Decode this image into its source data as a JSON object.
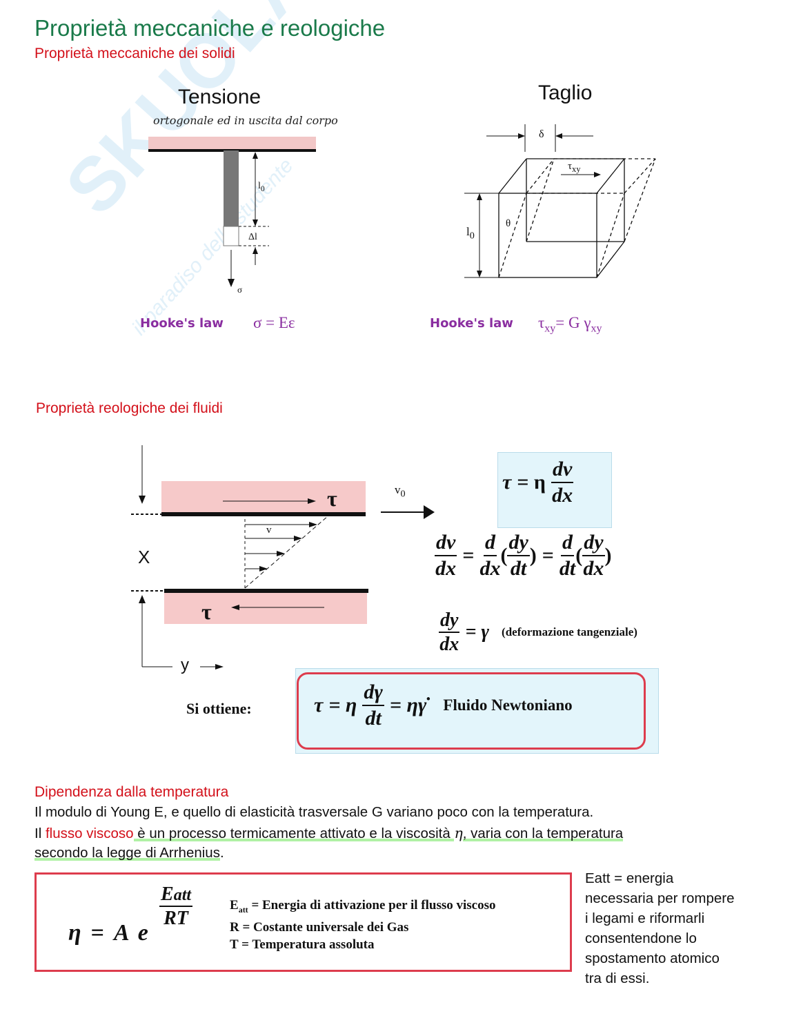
{
  "title": "Proprietà meccaniche e reologiche",
  "section1": "Proprietà meccaniche dei solidi",
  "tension": {
    "label": "Tensione",
    "note": "ortogonale ed in uscita dal corpo",
    "l0": "l",
    "l0_sub": "0",
    "dl": "Δl",
    "sigma": "σ"
  },
  "shear": {
    "label": "Taglio",
    "delta": "δ",
    "tau": "τ",
    "tau_sub": "xy",
    "theta": "θ",
    "l0": "l",
    "l0_sub": "0"
  },
  "hooke_left": {
    "label": "Hooke's law",
    "formula": "σ = Eε"
  },
  "hooke_right": {
    "label": "Hooke's law",
    "t": "τ",
    "sub1": "xy",
    "mid": "= G γ",
    "sub2": "xy"
  },
  "section2": "Proprietà reologiche dei fluidi",
  "flow": {
    "tau": "τ",
    "v0": "v",
    "v0_sub": "0",
    "v": "v",
    "x": "X",
    "y": "y"
  },
  "eq1": {
    "lhs": "τ",
    "eq": "= η",
    "num": "dv",
    "den": "dx"
  },
  "eq2": {
    "a_num": "dv",
    "a_den": "dx",
    "b_num": "d",
    "b_den": "dx",
    "c_num": "dy",
    "c_den": "dt",
    "d_num": "d",
    "d_den": "dt",
    "e_num": "dy",
    "e_den": "dx"
  },
  "eq3": {
    "num": "dy",
    "den": "dx",
    "rhs": "= γ",
    "note": "(deformazione tangenziale)"
  },
  "result": {
    "label": "Si ottiene:",
    "lhs": "τ",
    "eq": "= η",
    "num": "dγ",
    "den": "dt",
    "rhs": "= ηγ̇",
    "name": "Fluido Newtoniano"
  },
  "section3": "Dipendenza dalla temperatura",
  "para1": "Il modulo di Young E, e quello di elasticità trasversale G variano poco con la temperatura.",
  "para2": {
    "a": "Il ",
    "b": "flusso viscoso",
    "c": " è un processo termicamente attivato e la viscosità ",
    "d": "η",
    "e": ", varia con la temperatura",
    "f": "secondo la legge di Arrhenius",
    "g": "."
  },
  "arrhenius": {
    "eta": "η",
    "eq": "=",
    "A": "A",
    "e": "e",
    "exp_num": "E",
    "exp_num_sub": "att",
    "exp_den": "RT",
    "legend": [
      {
        "k": "E",
        "ksub": "att",
        "v": " = Energia di attivazione per il flusso viscoso"
      },
      {
        "k": "R",
        "ksub": "",
        "v": " = Costante universale dei Gas"
      },
      {
        "k": "T",
        "ksub": "",
        "v": " = Temperatura assoluta"
      }
    ]
  },
  "side_note": [
    "Eatt = energia",
    "necessaria per rompere",
    "i legami e riformarli",
    "consentendone lo",
    "spostamento atomico",
    "tra di essi."
  ],
  "watermark": {
    "brand": "SKUOLA.net",
    "tagline": "il paradiso dello studente"
  }
}
